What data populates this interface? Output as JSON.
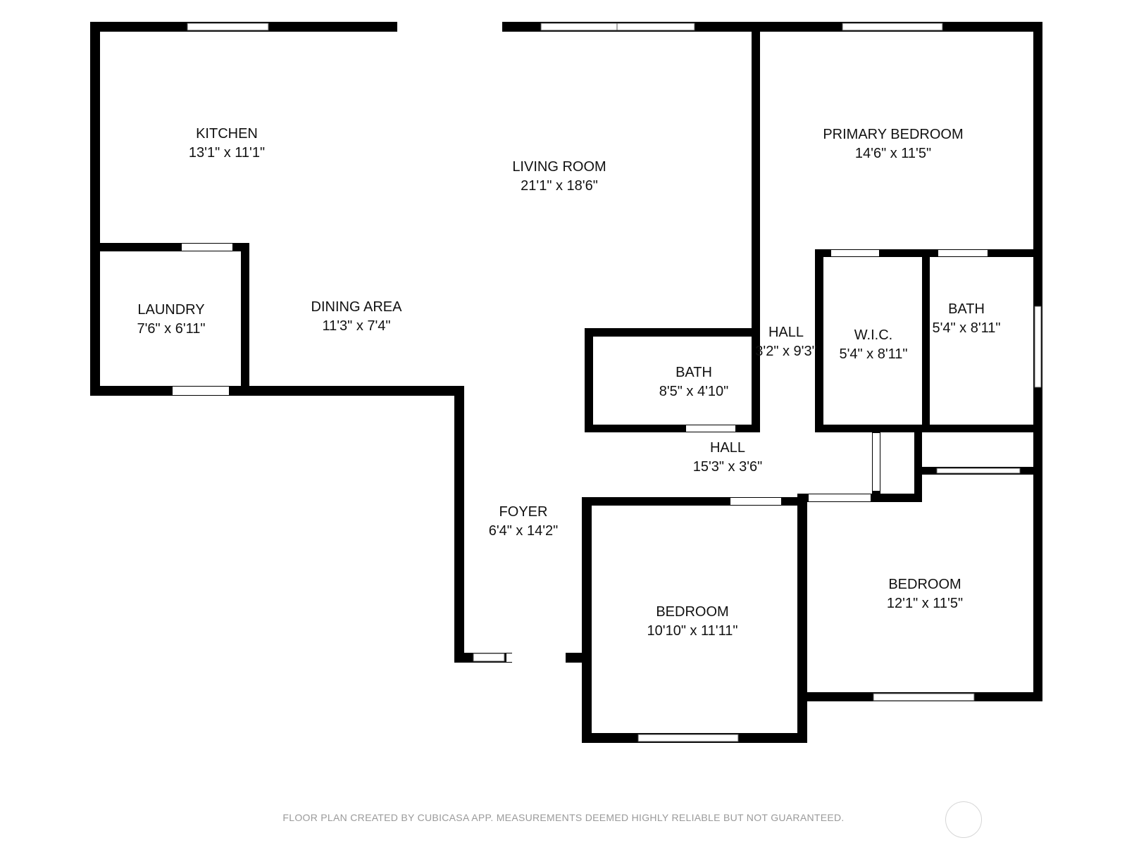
{
  "colors": {
    "wall": "#000000",
    "window": "#ffffff",
    "text": "#111111",
    "footer": "#9a9a9a"
  },
  "rooms": [
    {
      "id": "kitchen",
      "name": "KITCHEN",
      "size": "13'1\" x 11'1\""
    },
    {
      "id": "living-room",
      "name": "LIVING ROOM",
      "size": "21'1\" x 18'6\""
    },
    {
      "id": "primary-bedroom",
      "name": "PRIMARY BEDROOM",
      "size": "14'6\" x 11'5\""
    },
    {
      "id": "laundry",
      "name": "LAUNDRY",
      "size": "7'6\" x 6'11\""
    },
    {
      "id": "dining-area",
      "name": "DINING AREA",
      "size": "11'3\" x 7'4\""
    },
    {
      "id": "hall-upper",
      "name": "HALL",
      "size": "3'2\" x 9'3\""
    },
    {
      "id": "wic",
      "name": "W.I.C.",
      "size": "5'4\" x 8'11\""
    },
    {
      "id": "bath-primary",
      "name": "BATH",
      "size": "5'4\" x 8'11\""
    },
    {
      "id": "bath-hall",
      "name": "BATH",
      "size": "8'5\" x 4'10\""
    },
    {
      "id": "hall-lower",
      "name": "HALL",
      "size": "15'3\" x 3'6\""
    },
    {
      "id": "foyer",
      "name": "FOYER",
      "size": "6'4\" x 14'2\""
    },
    {
      "id": "bedroom-2",
      "name": "BEDROOM",
      "size": "10'10\" x 11'11\""
    },
    {
      "id": "bedroom-3",
      "name": "BEDROOM",
      "size": "12'1\" x 11'5\""
    }
  ],
  "footer": {
    "disclaimer": "FLOOR PLAN CREATED BY CUBICASA APP. MEASUREMENTS DEEMED HIGHLY RELIABLE BUT NOT GUARANTEED."
  },
  "logo": {
    "icon": "cubicasa-logo-icon"
  }
}
